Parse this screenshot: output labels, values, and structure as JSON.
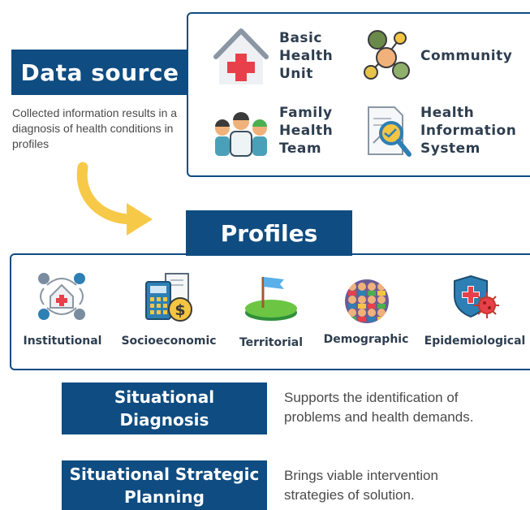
{
  "data_source": {
    "title": "Data source",
    "caption": "Collected information results in a diagnosis of health conditions in profiles",
    "sources": [
      {
        "label": "Basic Health Unit",
        "icon": "health-unit-icon"
      },
      {
        "label": "Community",
        "icon": "community-icon"
      },
      {
        "label": "Family Health Team",
        "icon": "health-team-icon"
      },
      {
        "label": "Health Information System",
        "icon": "information-system-icon"
      }
    ]
  },
  "profiles": {
    "title": "Profiles",
    "items": [
      {
        "label": "Institutional",
        "icon": "institutional-icon"
      },
      {
        "label": "Socioeconomic",
        "icon": "socioeconomic-icon"
      },
      {
        "label": "Territorial",
        "icon": "territorial-icon"
      },
      {
        "label": "Demographic",
        "icon": "demographic-icon"
      },
      {
        "label": "Epidemiological",
        "icon": "epidemiological-icon"
      }
    ]
  },
  "outcomes": [
    {
      "title": "Situational Diagnosis",
      "description": "Supports the identification of problems and health demands."
    },
    {
      "title": "Situational Strategic Planning",
      "description": "Brings viable intervention strategies of solution."
    }
  ],
  "colors": {
    "primary": "#0f4c81",
    "arrow": "#f7c948",
    "text": "#2e3e50"
  }
}
